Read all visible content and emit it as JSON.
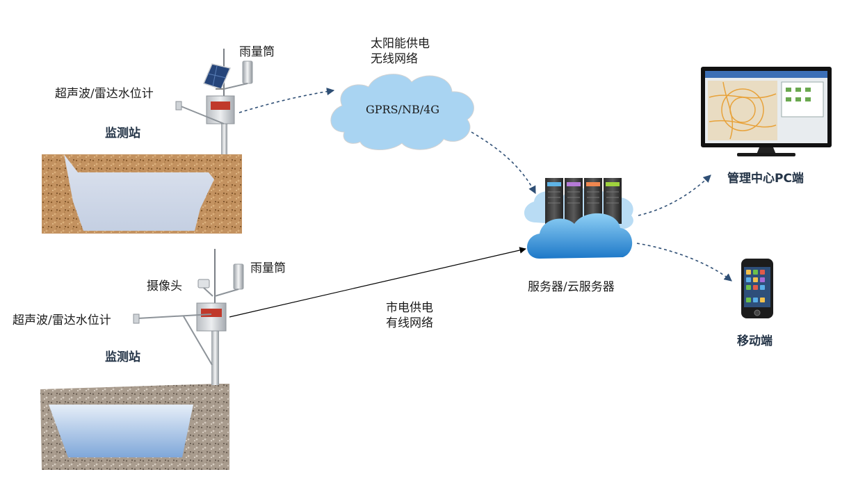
{
  "station1": {
    "rain_gauge": "雨量筒",
    "water_level_sensor": "超声波/雷达水位计",
    "station_label": "监测站"
  },
  "station2": {
    "rain_gauge": "雨量筒",
    "camera": "摄像头",
    "water_level_sensor": "超声波/雷达水位计",
    "station_label": "监测站"
  },
  "wireless": {
    "line1": "太阳能供电",
    "line2": "无线网络",
    "cloud_text": "GPRS/NB/4G"
  },
  "wired": {
    "line1": "市电供电",
    "line2": "有线网络"
  },
  "server": {
    "label": "服务器/云服务器"
  },
  "clients": {
    "pc": "管理中心PC端",
    "mobile": "移动端"
  },
  "colors": {
    "soil_brown": "#b98a52",
    "soil_gray": "#9a8e80",
    "water": "#cfd9ea",
    "cloud": "#a9d4f2",
    "arrow_dashed": "#2f4f75"
  }
}
